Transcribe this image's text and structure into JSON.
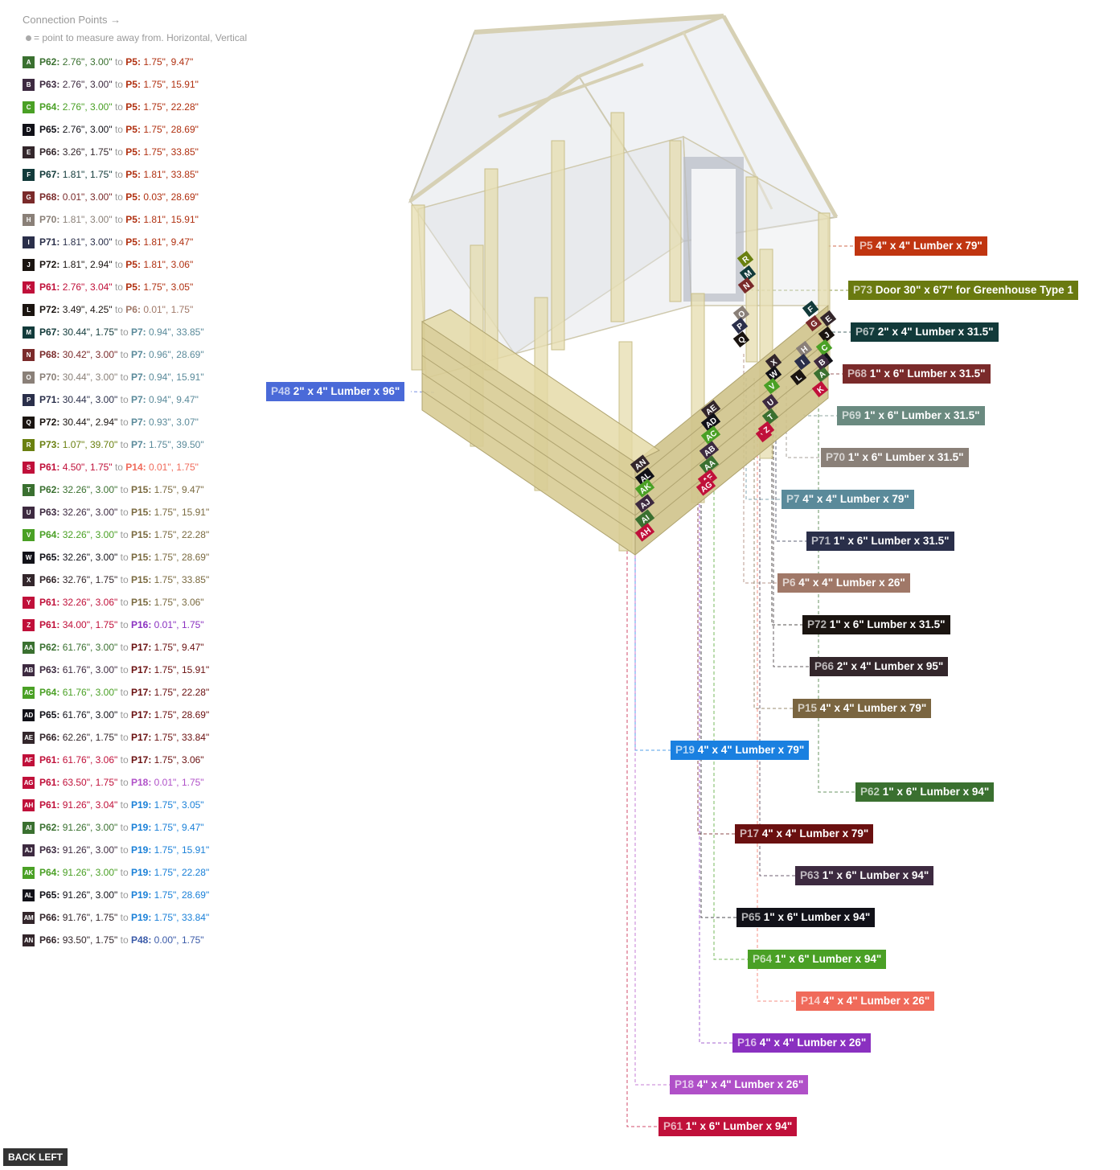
{
  "legend": {
    "title": "Connection Points →",
    "subtitle": "= point to measure away from. Horizontal, Vertical",
    "connector_word": "to"
  },
  "connections": [
    {
      "id": "A",
      "color": "#3a7030",
      "from": "P62:",
      "fromColor": "#3a7030",
      "fromVal": "2.76\", 3.00\"",
      "to": "P5:",
      "toColor": "#b03010",
      "toVal": "1.75\", 9.47\""
    },
    {
      "id": "B",
      "color": "#3d2a40",
      "from": "P63:",
      "fromColor": "#3d2a40",
      "fromVal": "2.76\", 3.00\"",
      "to": "P5:",
      "toColor": "#b03010",
      "toVal": "1.75\", 15.91\""
    },
    {
      "id": "C",
      "color": "#4aa025",
      "from": "P64:",
      "fromColor": "#4aa025",
      "fromVal": "2.76\", 3.00\"",
      "to": "P5:",
      "toColor": "#b03010",
      "toVal": "1.75\", 22.28\""
    },
    {
      "id": "D",
      "color": "#111118",
      "from": "P65:",
      "fromColor": "#111118",
      "fromVal": "2.76\", 3.00\"",
      "to": "P5:",
      "toColor": "#b03010",
      "toVal": "1.75\", 28.69\""
    },
    {
      "id": "E",
      "color": "#33262b",
      "from": "P66:",
      "fromColor": "#33262b",
      "fromVal": "3.26\", 1.75\"",
      "to": "P5:",
      "toColor": "#b03010",
      "toVal": "1.75\", 33.85\""
    },
    {
      "id": "F",
      "color": "#123a3a",
      "from": "P67:",
      "fromColor": "#123a3a",
      "fromVal": "1.81\", 1.75\"",
      "to": "P5:",
      "toColor": "#b03010",
      "toVal": "1.81\", 33.85\""
    },
    {
      "id": "G",
      "color": "#7a2a2a",
      "from": "P68:",
      "fromColor": "#7a2a2a",
      "fromVal": "0.01\", 3.00\"",
      "to": "P5:",
      "toColor": "#b03010",
      "toVal": "0.03\", 28.69\""
    },
    {
      "id": "H",
      "color": "#8a8078",
      "from": "P70:",
      "fromColor": "#8a8078",
      "fromVal": "1.81\", 3.00\"",
      "to": "P5:",
      "toColor": "#b03010",
      "toVal": "1.81\", 15.91\""
    },
    {
      "id": "I",
      "color": "#2a2f4a",
      "from": "P71:",
      "fromColor": "#2a2f4a",
      "fromVal": "1.81\", 3.00\"",
      "to": "P5:",
      "toColor": "#b03010",
      "toVal": "1.81\", 9.47\""
    },
    {
      "id": "J",
      "color": "#1a1410",
      "from": "P72:",
      "fromColor": "#1a1410",
      "fromVal": "1.81\", 2.94\"",
      "to": "P5:",
      "toColor": "#b03010",
      "toVal": "1.81\", 3.06\""
    },
    {
      "id": "K",
      "color": "#c0103a",
      "from": "P61:",
      "fromColor": "#c0103a",
      "fromVal": "2.76\", 3.04\"",
      "to": "P5:",
      "toColor": "#b03010",
      "toVal": "1.75\", 3.05\""
    },
    {
      "id": "L",
      "color": "#1a1410",
      "from": "P72:",
      "fromColor": "#1a1410",
      "fromVal": "3.49\", 4.25\"",
      "to": "P6:",
      "toColor": "#a07868",
      "toVal": "0.01\", 1.75\""
    },
    {
      "id": "M",
      "color": "#123a3a",
      "from": "P67:",
      "fromColor": "#123a3a",
      "fromVal": "30.44\", 1.75\"",
      "to": "P7:",
      "toColor": "#5a8a9a",
      "toVal": "0.94\", 33.85\""
    },
    {
      "id": "N",
      "color": "#7a2a2a",
      "from": "P68:",
      "fromColor": "#7a2a2a",
      "fromVal": "30.42\", 3.00\"",
      "to": "P7:",
      "toColor": "#5a8a9a",
      "toVal": "0.96\", 28.69\""
    },
    {
      "id": "O",
      "color": "#8a8078",
      "from": "P70:",
      "fromColor": "#8a8078",
      "fromVal": "30.44\", 3.00\"",
      "to": "P7:",
      "toColor": "#5a8a9a",
      "toVal": "0.94\", 15.91\""
    },
    {
      "id": "P",
      "color": "#2a2f4a",
      "from": "P71:",
      "fromColor": "#2a2f4a",
      "fromVal": "30.44\", 3.00\"",
      "to": "P7:",
      "toColor": "#5a8a9a",
      "toVal": "0.94\", 9.47\""
    },
    {
      "id": "Q",
      "color": "#1a1410",
      "from": "P72:",
      "fromColor": "#1a1410",
      "fromVal": "30.44\", 2.94\"",
      "to": "P7:",
      "toColor": "#5a8a9a",
      "toVal": "0.93\", 3.07\""
    },
    {
      "id": "R",
      "color": "#6a8010",
      "from": "P73:",
      "fromColor": "#6a8010",
      "fromVal": "1.07\", 39.70\"",
      "to": "P7:",
      "toColor": "#5a8a9a",
      "toVal": "1.75\", 39.50\""
    },
    {
      "id": "S",
      "color": "#c0103a",
      "from": "P61:",
      "fromColor": "#c0103a",
      "fromVal": "4.50\", 1.75\"",
      "to": "P14:",
      "toColor": "#f06a5a",
      "toVal": "0.01\", 1.75\""
    },
    {
      "id": "T",
      "color": "#3a7030",
      "from": "P62:",
      "fromColor": "#3a7030",
      "fromVal": "32.26\", 3.00\"",
      "to": "P15:",
      "toColor": "#7a6a40",
      "toVal": "1.75\", 9.47\""
    },
    {
      "id": "U",
      "color": "#3d2a40",
      "from": "P63:",
      "fromColor": "#3d2a40",
      "fromVal": "32.26\", 3.00\"",
      "to": "P15:",
      "toColor": "#7a6a40",
      "toVal": "1.75\", 15.91\""
    },
    {
      "id": "V",
      "color": "#4aa025",
      "from": "P64:",
      "fromColor": "#4aa025",
      "fromVal": "32.26\", 3.00\"",
      "to": "P15:",
      "toColor": "#7a6a40",
      "toVal": "1.75\", 22.28\""
    },
    {
      "id": "W",
      "color": "#111118",
      "from": "P65:",
      "fromColor": "#111118",
      "fromVal": "32.26\", 3.00\"",
      "to": "P15:",
      "toColor": "#7a6a40",
      "toVal": "1.75\", 28.69\""
    },
    {
      "id": "X",
      "color": "#33262b",
      "from": "P66:",
      "fromColor": "#33262b",
      "fromVal": "32.76\", 1.75\"",
      "to": "P15:",
      "toColor": "#7a6a40",
      "toVal": "1.75\", 33.85\""
    },
    {
      "id": "Y",
      "color": "#c0103a",
      "from": "P61:",
      "fromColor": "#c0103a",
      "fromVal": "32.26\", 3.06\"",
      "to": "P15:",
      "toColor": "#7a6a40",
      "toVal": "1.75\", 3.06\""
    },
    {
      "id": "Z",
      "color": "#c0103a",
      "from": "P61:",
      "fromColor": "#c0103a",
      "fromVal": "34.00\", 1.75\"",
      "to": "P16:",
      "toColor": "#8a30c0",
      "toVal": "0.01\", 1.75\""
    },
    {
      "id": "AA",
      "color": "#3a7030",
      "from": "P62:",
      "fromColor": "#3a7030",
      "fromVal": "61.76\", 3.00\"",
      "to": "P17:",
      "toColor": "#6a1010",
      "toVal": "1.75\", 9.47\""
    },
    {
      "id": "AB",
      "color": "#3d2a40",
      "from": "P63:",
      "fromColor": "#3d2a40",
      "fromVal": "61.76\", 3.00\"",
      "to": "P17:",
      "toColor": "#6a1010",
      "toVal": "1.75\", 15.91\""
    },
    {
      "id": "AC",
      "color": "#4aa025",
      "from": "P64:",
      "fromColor": "#4aa025",
      "fromVal": "61.76\", 3.00\"",
      "to": "P17:",
      "toColor": "#6a1010",
      "toVal": "1.75\", 22.28\""
    },
    {
      "id": "AD",
      "color": "#111118",
      "from": "P65:",
      "fromColor": "#111118",
      "fromVal": "61.76\", 3.00\"",
      "to": "P17:",
      "toColor": "#6a1010",
      "toVal": "1.75\", 28.69\""
    },
    {
      "id": "AE",
      "color": "#33262b",
      "from": "P66:",
      "fromColor": "#33262b",
      "fromVal": "62.26\", 1.75\"",
      "to": "P17:",
      "toColor": "#6a1010",
      "toVal": "1.75\", 33.84\""
    },
    {
      "id": "AF",
      "color": "#c0103a",
      "from": "P61:",
      "fromColor": "#c0103a",
      "fromVal": "61.76\", 3.06\"",
      "to": "P17:",
      "toColor": "#6a1010",
      "toVal": "1.75\", 3.06\""
    },
    {
      "id": "AG",
      "color": "#c0103a",
      "from": "P61:",
      "fromColor": "#c0103a",
      "fromVal": "63.50\", 1.75\"",
      "to": "P18:",
      "toColor": "#b050c8",
      "toVal": "0.01\", 1.75\""
    },
    {
      "id": "AH",
      "color": "#c0103a",
      "from": "P61:",
      "fromColor": "#c0103a",
      "fromVal": "91.26\", 3.04\"",
      "to": "P19:",
      "toColor": "#1a80d8",
      "toVal": "1.75\", 3.05\""
    },
    {
      "id": "AI",
      "color": "#3a7030",
      "from": "P62:",
      "fromColor": "#3a7030",
      "fromVal": "91.26\", 3.00\"",
      "to": "P19:",
      "toColor": "#1a80d8",
      "toVal": "1.75\", 9.47\""
    },
    {
      "id": "AJ",
      "color": "#3d2a40",
      "from": "P63:",
      "fromColor": "#3d2a40",
      "fromVal": "91.26\", 3.00\"",
      "to": "P19:",
      "toColor": "#1a80d8",
      "toVal": "1.75\", 15.91\""
    },
    {
      "id": "AK",
      "color": "#4aa025",
      "from": "P64:",
      "fromColor": "#4aa025",
      "fromVal": "91.26\", 3.00\"",
      "to": "P19:",
      "toColor": "#1a80d8",
      "toVal": "1.75\", 22.28\""
    },
    {
      "id": "AL",
      "color": "#111118",
      "from": "P65:",
      "fromColor": "#111118",
      "fromVal": "91.26\", 3.00\"",
      "to": "P19:",
      "toColor": "#1a80d8",
      "toVal": "1.75\", 28.69\""
    },
    {
      "id": "AM",
      "color": "#33262b",
      "from": "P66:",
      "fromColor": "#33262b",
      "fromVal": "91.76\", 1.75\"",
      "to": "P19:",
      "toColor": "#1a80d8",
      "toVal": "1.75\", 33.84\""
    },
    {
      "id": "AN",
      "color": "#33262b",
      "from": "P66:",
      "fromColor": "#33262b",
      "fromVal": "93.50\", 1.75\"",
      "to": "P48:",
      "toColor": "#3a5aa8",
      "toVal": "0.00\", 1.75\""
    }
  ],
  "parts": [
    {
      "id": "P5",
      "text": "4\" x 4\" Lumber x 79\"",
      "color": "#c03510"
    },
    {
      "id": "P73",
      "text": "Door 30\" x 6'7\" for Greenhouse Type 1",
      "color": "#6a7a10"
    },
    {
      "id": "P67",
      "text": "2\" x 4\" Lumber  x 31.5\"",
      "color": "#123a3a"
    },
    {
      "id": "P68",
      "text": "1\" x 6\" Lumber x 31.5\"",
      "color": "#7a2a2a"
    },
    {
      "id": "P69",
      "text": "1\" x 6\" Lumber x 31.5\"",
      "color": "#6a8a80"
    },
    {
      "id": "P70",
      "text": "1\" x 6\" Lumber x 31.5\"",
      "color": "#8a8078"
    },
    {
      "id": "P7",
      "text": "4\" x 4\" Lumber x 79\"",
      "color": "#5a8a9a"
    },
    {
      "id": "P71",
      "text": "1\" x 6\" Lumber x 31.5\"",
      "color": "#2a2f4a"
    },
    {
      "id": "P6",
      "text": "4\" x 4\" Lumber x 26\"",
      "color": "#a07868"
    },
    {
      "id": "P72",
      "text": "1\" x 6\" Lumber x 31.5\"",
      "color": "#1a1410"
    },
    {
      "id": "P66",
      "text": "2\" x 4\" Lumber  x 95\"",
      "color": "#33262b"
    },
    {
      "id": "P15",
      "text": "4\" x 4\" Lumber x 79\"",
      "color": "#7a6540"
    },
    {
      "id": "P19",
      "text": "4\" x 4\" Lumber x 79\"",
      "color": "#1a80e0"
    },
    {
      "id": "P62",
      "text": "1\" x 6\" Lumber x 94\"",
      "color": "#3a7030"
    },
    {
      "id": "P17",
      "text": "4\" x 4\" Lumber x 79\"",
      "color": "#6a1010"
    },
    {
      "id": "P63",
      "text": "1\" x 6\" Lumber x 94\"",
      "color": "#3d2a40"
    },
    {
      "id": "P65",
      "text": "1\" x 6\" Lumber x 94\"",
      "color": "#111118"
    },
    {
      "id": "P64",
      "text": "1\" x 6\" Lumber x 94\"",
      "color": "#4aa025"
    },
    {
      "id": "P14",
      "text": "4\" x 4\" Lumber x 26\"",
      "color": "#f06a5a"
    },
    {
      "id": "P16",
      "text": "4\" x 4\" Lumber x 26\"",
      "color": "#8a30c0"
    },
    {
      "id": "P18",
      "text": "4\" x 4\" Lumber x 26\"",
      "color": "#b050c8"
    },
    {
      "id": "P61",
      "text": "1\" x 6\" Lumber x 94\"",
      "color": "#c0103a"
    },
    {
      "id": "P48",
      "text": "2\" x 4\" Lumber  x 96\"",
      "color": "#4a6ad8"
    }
  ],
  "tags": [
    {
      "id": "R",
      "color": "#6a8010"
    },
    {
      "id": "M",
      "color": "#123a3a"
    },
    {
      "id": "N",
      "color": "#7a2a2a"
    },
    {
      "id": "O",
      "color": "#8a8078"
    },
    {
      "id": "P",
      "color": "#2a2f4a"
    },
    {
      "id": "Q",
      "color": "#1a1410"
    },
    {
      "id": "F",
      "color": "#123a3a"
    },
    {
      "id": "G",
      "color": "#7a2a2a"
    },
    {
      "id": "E",
      "color": "#33262b"
    },
    {
      "id": "H",
      "color": "#8a8078"
    },
    {
      "id": "J",
      "color": "#1a1410"
    },
    {
      "id": "D",
      "color": "#111118"
    },
    {
      "id": "I",
      "color": "#2a2f4a"
    },
    {
      "id": "C",
      "color": "#4aa025"
    },
    {
      "id": "L",
      "color": "#1a1410"
    },
    {
      "id": "A",
      "color": "#3a7030"
    },
    {
      "id": "B",
      "color": "#3d2a40"
    },
    {
      "id": "K",
      "color": "#c0103a"
    },
    {
      "id": "X",
      "color": "#33262b"
    },
    {
      "id": "W",
      "color": "#111118"
    },
    {
      "id": "V",
      "color": "#4aa025"
    },
    {
      "id": "U",
      "color": "#3d2a40"
    },
    {
      "id": "T",
      "color": "#3a7030"
    },
    {
      "id": "Y",
      "color": "#c0103a"
    },
    {
      "id": "Z",
      "color": "#c0103a"
    },
    {
      "id": "AE",
      "color": "#33262b"
    },
    {
      "id": "AD",
      "color": "#111118"
    },
    {
      "id": "AC",
      "color": "#4aa025"
    },
    {
      "id": "AB",
      "color": "#3d2a40"
    },
    {
      "id": "AA",
      "color": "#3a7030"
    },
    {
      "id": "AF",
      "color": "#c0103a"
    },
    {
      "id": "AG",
      "color": "#c0103a"
    },
    {
      "id": "AN",
      "color": "#33262b"
    },
    {
      "id": "AL",
      "color": "#111118"
    },
    {
      "id": "AK",
      "color": "#4aa025"
    },
    {
      "id": "AJ",
      "color": "#3d2a40"
    },
    {
      "id": "AI",
      "color": "#3a7030"
    },
    {
      "id": "AH",
      "color": "#c0103a"
    }
  ],
  "controls": {
    "back_left": "BACK LEFT"
  }
}
